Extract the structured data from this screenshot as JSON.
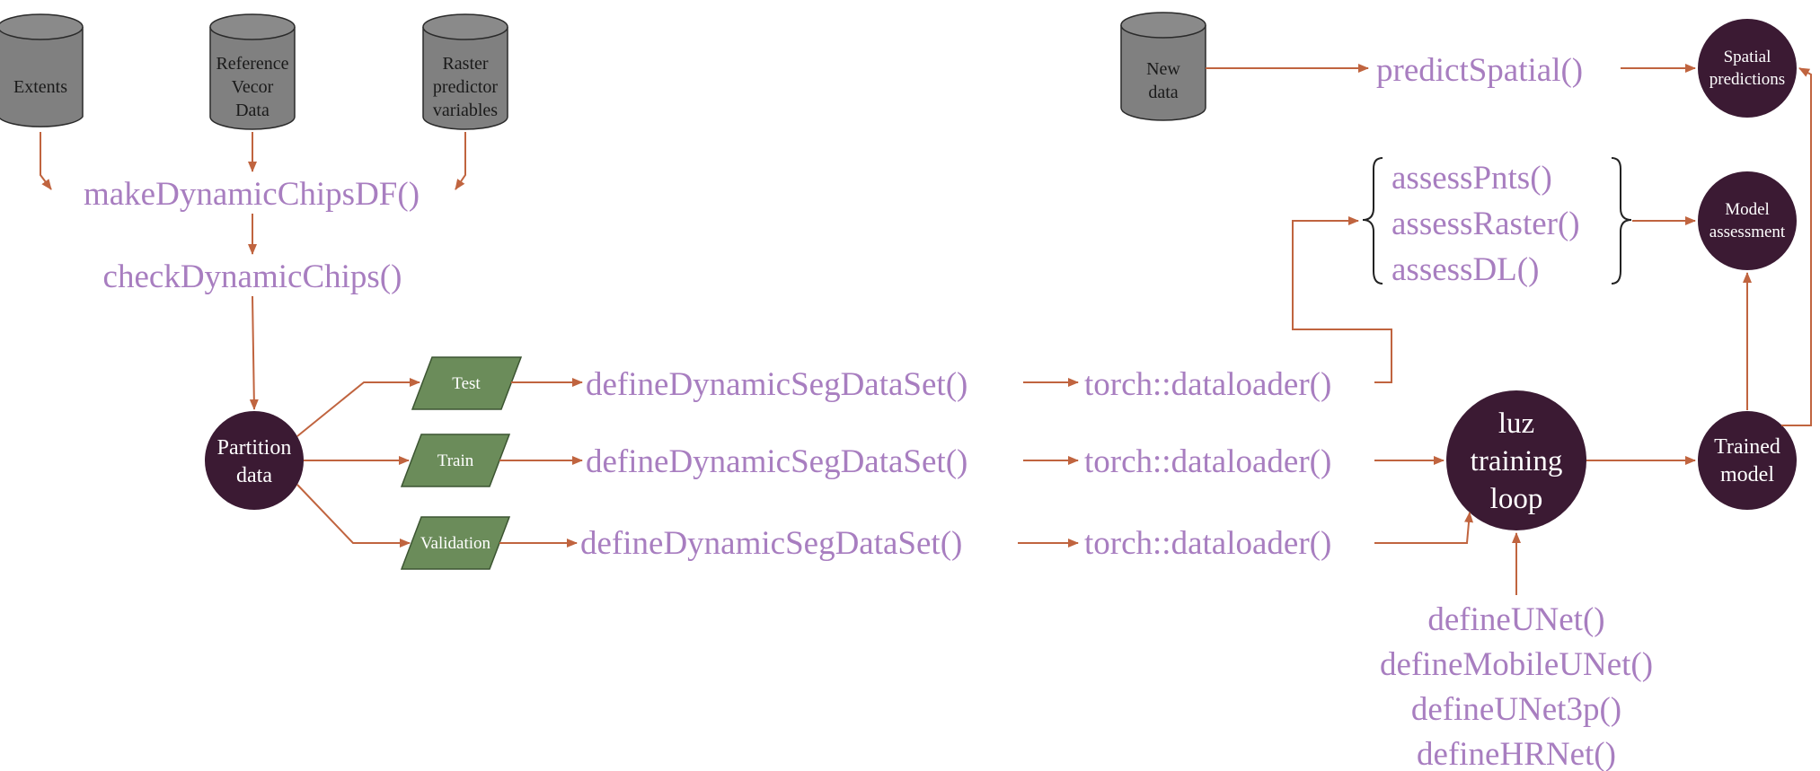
{
  "databases": {
    "extents": [
      "Extents"
    ],
    "reference": [
      "Reference",
      "Vecor",
      "Data"
    ],
    "raster": [
      "Raster",
      "predictor",
      "variables"
    ],
    "new_data": [
      "New",
      "data"
    ]
  },
  "functions": {
    "make_chips": "makeDynamicChipsDF()",
    "check_chips": "checkDynamicChips()",
    "define_dataset": "defineDynamicSegDataSet()",
    "dataloader": "torch::dataloader()",
    "predict": "predictSpatial()",
    "assess": [
      "assessPnts()",
      "assessRaster()",
      "assessDL()"
    ],
    "models": [
      "defineUNet()",
      "defineMobileUNet()",
      "defineUNet3p()",
      "defineHRNet()"
    ]
  },
  "splits": {
    "test": "Test",
    "train": "Train",
    "validation": "Validation"
  },
  "nodes": {
    "partition": [
      "Partition",
      "data"
    ],
    "luz": [
      "luz",
      "training",
      "loop"
    ],
    "trained": [
      "Trained",
      "model"
    ],
    "assessment": [
      "Model",
      "assessment"
    ],
    "predictions": [
      "Spatial",
      "predictions"
    ]
  },
  "colors": {
    "function_text": "#a87ec0",
    "arrow": "#c0643f",
    "node_fill": "#3b1a33",
    "split_fill": "#6b8c5a",
    "database_fill": "#808080"
  }
}
